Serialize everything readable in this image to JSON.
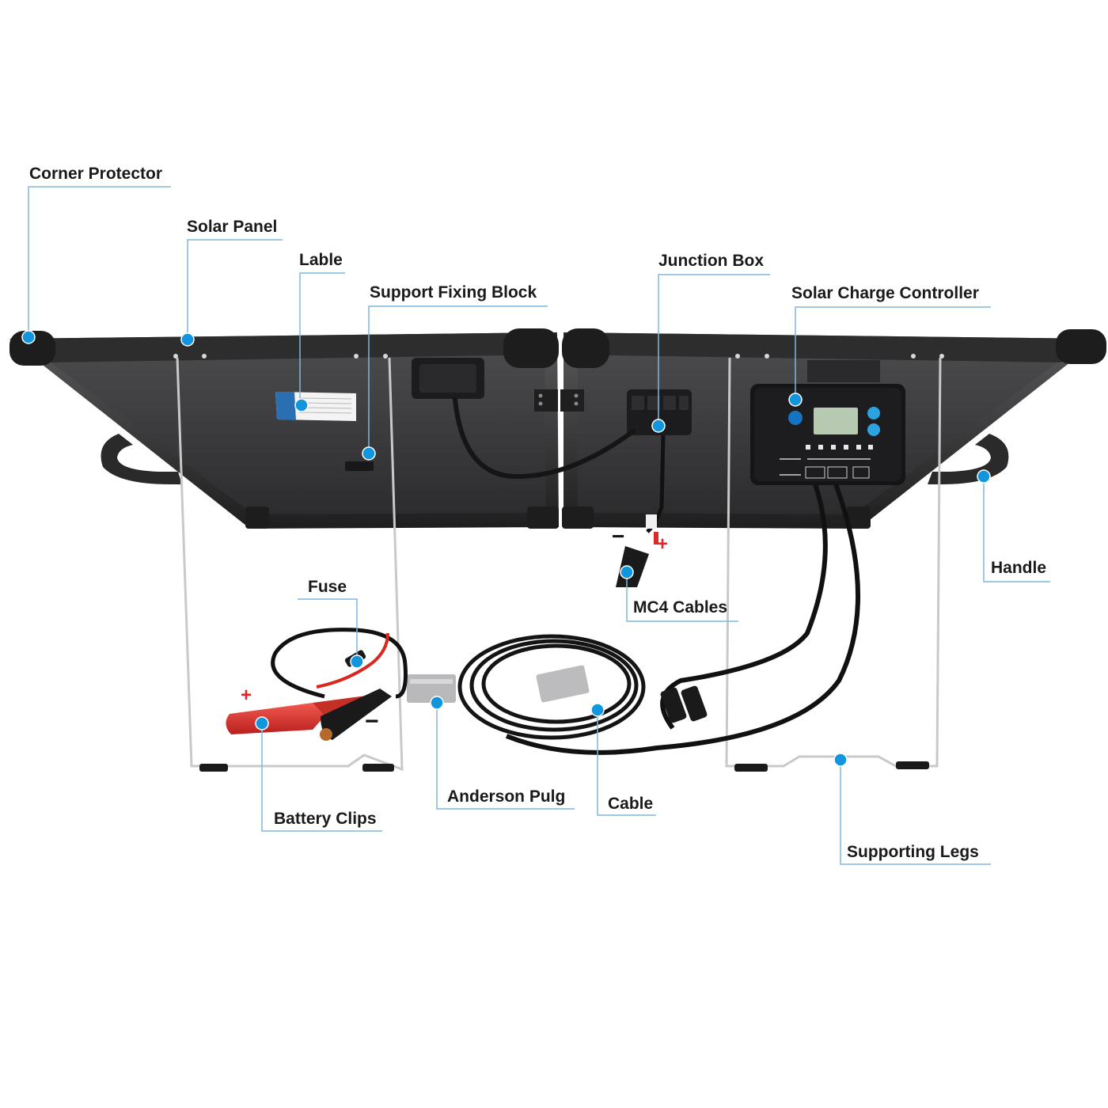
{
  "callouts": {
    "corner_protector": "Corner Protector",
    "solar_panel": "Solar Panel",
    "lable": "Lable",
    "support_fixing_block": "Support Fixing Block",
    "junction_box": "Junction Box",
    "solar_charge_controller": "Solar Charge Controller",
    "handle": "Handle",
    "mc4_cables": "MC4 Cables",
    "fuse": "Fuse",
    "battery_clips": "Battery Clips",
    "anderson_pulg": "Anderson Pulg",
    "cable": "Cable",
    "supporting_legs": "Supporting Legs"
  },
  "polarity": {
    "mc4_negative": "−",
    "mc4_positive": "+",
    "clip_positive": "+",
    "clip_negative": "−"
  },
  "colors": {
    "callout_blue": "#1196dd",
    "leader_line": "#7fb9e0",
    "label_text": "#1a1a1a",
    "panel_frame": "#2b2b2b",
    "panel_back": "#3a3a3c",
    "positive_red": "#e0262a",
    "negative_black": "#111111"
  }
}
